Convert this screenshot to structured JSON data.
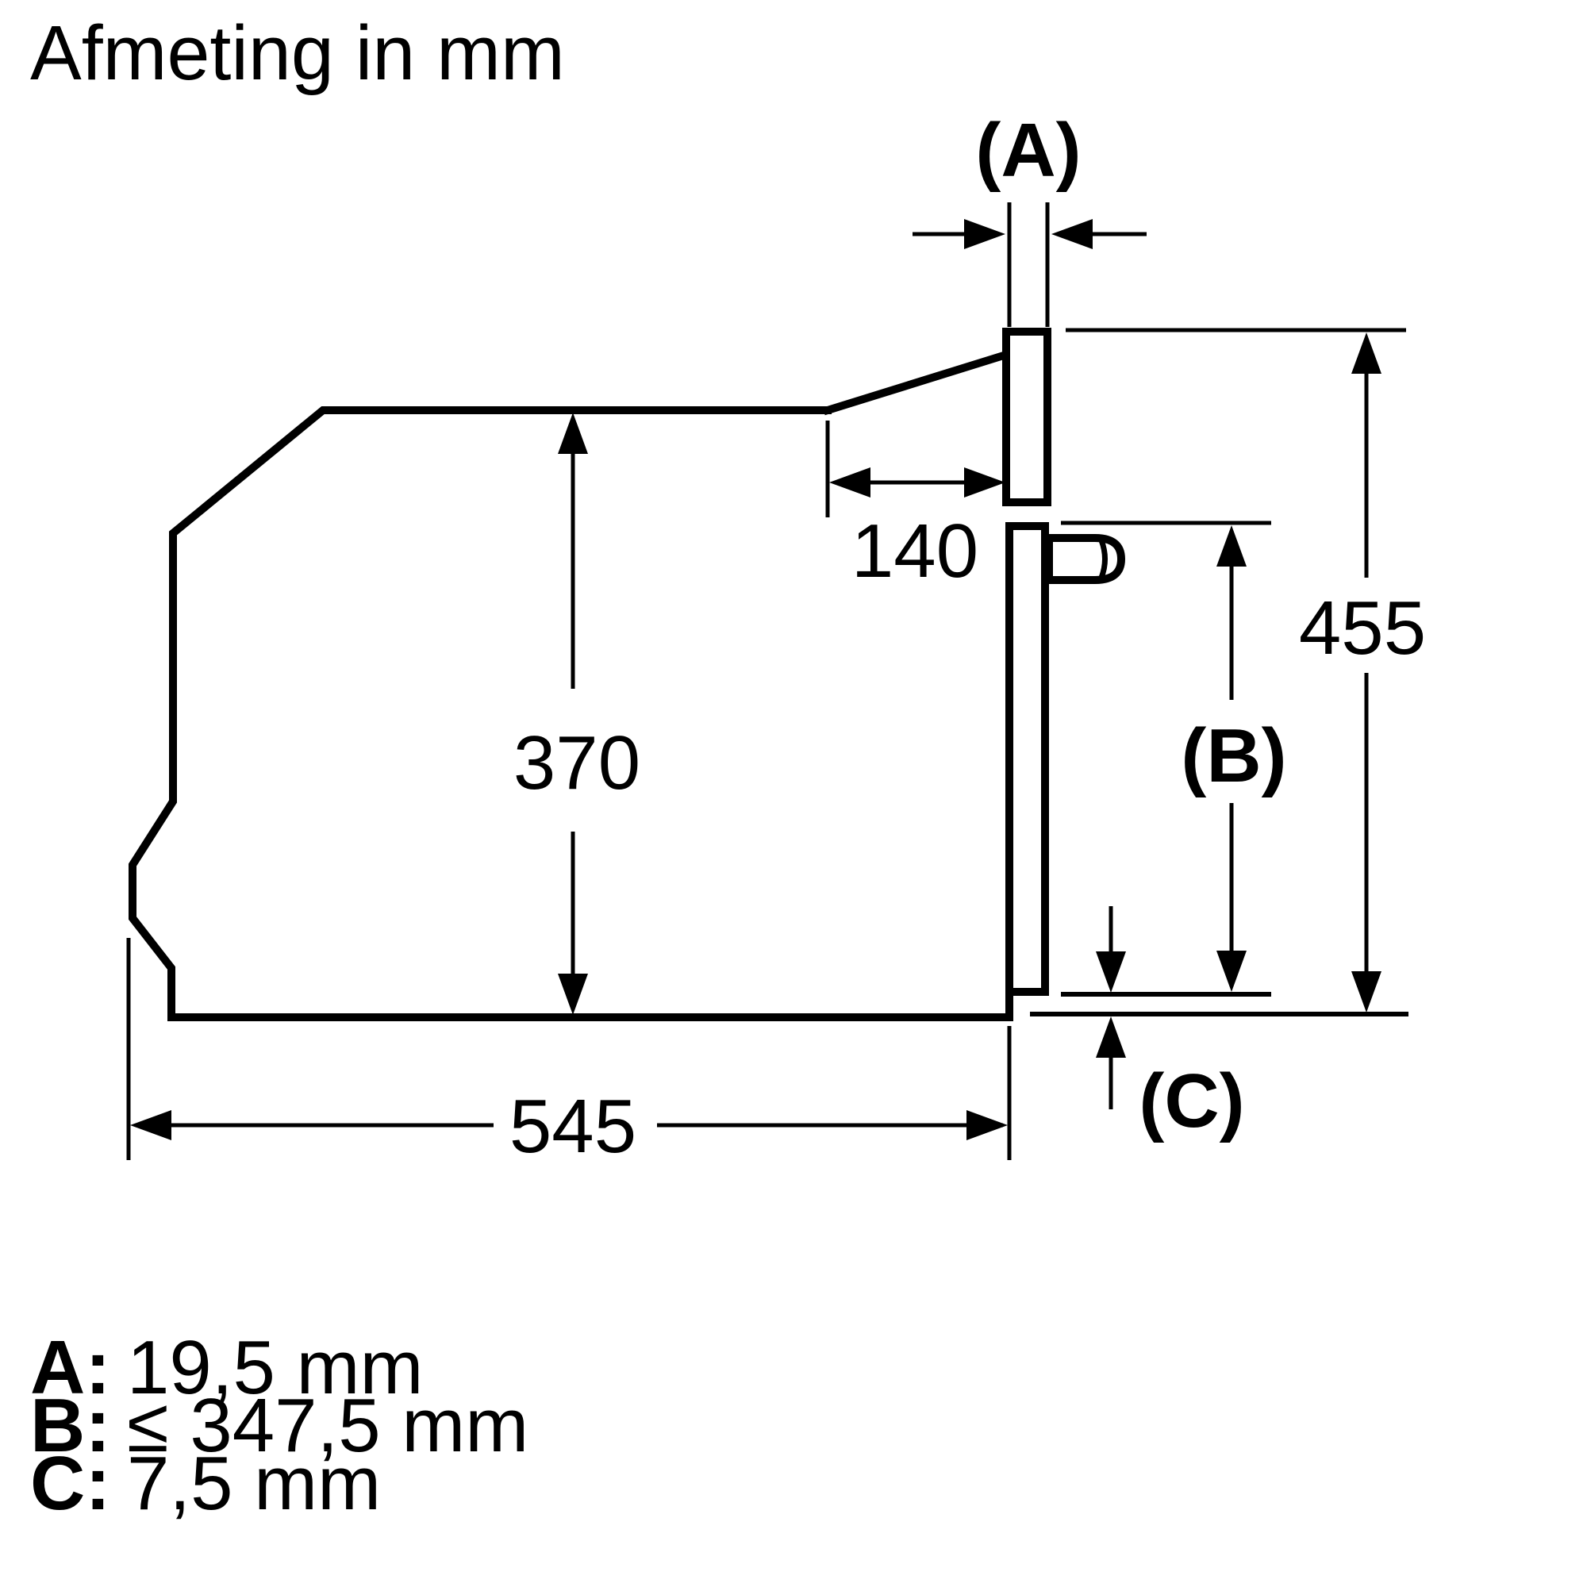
{
  "title": "Afmeting in mm",
  "colors": {
    "ink": "#000000",
    "background": "#ffffff"
  },
  "dimensions": {
    "a_label": "(A)",
    "b_label": "(B)",
    "c_label": "(C)",
    "top_depth": "140",
    "body_height": "370",
    "front_height": "455",
    "body_depth": "545"
  },
  "legend": [
    {
      "key": "A:",
      "value": "19,5 mm"
    },
    {
      "key": "B:",
      "value": "≤ 347,5 mm"
    },
    {
      "key": "C:",
      "value": "7,5 mm"
    }
  ]
}
